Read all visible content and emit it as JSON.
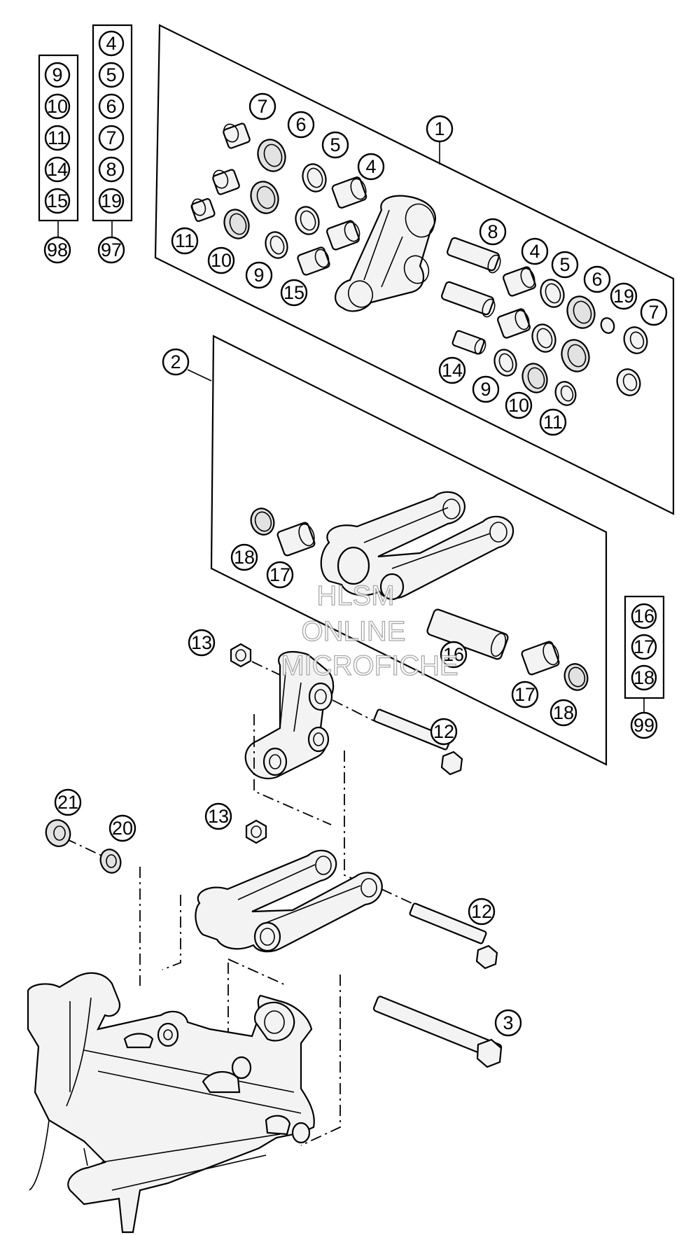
{
  "callouts": {
    "c1": "1",
    "c2": "2",
    "c3": "3",
    "a7": "7",
    "a6": "6",
    "a5": "5",
    "a4": "4",
    "a11": "11",
    "a10": "10",
    "a9": "9",
    "a15": "15",
    "b8": "8",
    "b4": "4",
    "b5": "5",
    "b6": "6",
    "b19": "19",
    "b7": "7",
    "b14": "14",
    "b9": "9",
    "b10": "10",
    "b11": "11",
    "p18a": "18",
    "p17a": "17",
    "p16": "16",
    "p17b": "17",
    "p18b": "18",
    "m13a": "13",
    "m12a": "12",
    "m21": "21",
    "m20": "20",
    "m13b": "13",
    "m12b": "12"
  },
  "kits": {
    "k98": {
      "label": "98",
      "items": [
        "9",
        "10",
        "11",
        "14",
        "15"
      ]
    },
    "k97": {
      "label": "97",
      "items": [
        "4",
        "5",
        "6",
        "7",
        "8",
        "19"
      ]
    },
    "k99": {
      "label": "99",
      "items": [
        "16",
        "17",
        "18"
      ]
    }
  },
  "watermark": {
    "line1": "HLSM",
    "line2": "ONLINE",
    "line3": "MICROFICHE"
  },
  "colors": {
    "line": "#000000",
    "fill": "#f3f3f3",
    "watermark_stroke": "#9a9a9a"
  }
}
